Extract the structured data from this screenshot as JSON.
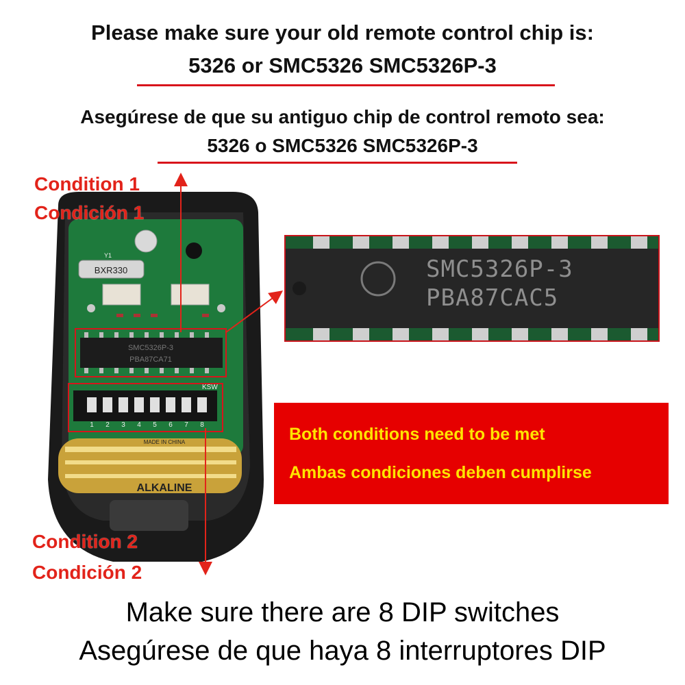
{
  "header": {
    "line1_en": "Please make sure your old remote control chip is:",
    "line2_en": "5326 or SMC5326 SMC5326P-3",
    "line1_es": "Asegúrese de que su antiguo chip de control remoto sea:",
    "line2_es": "5326 o SMC5326 SMC5326P-3"
  },
  "conditions": {
    "c1_en": "Condition 1",
    "c1_es": "Condición 1",
    "c2_en": "Condition 2",
    "c2_es": "Condición 2"
  },
  "zoom_chip": {
    "line1": "SMC5326P-3",
    "line2": "PBA87CAC5"
  },
  "board": {
    "crystal_label": "BXR330",
    "crystal_ref": "Y1",
    "chip_small_1": "SMC5326P-3",
    "chip_small_2": "PBA87CA71",
    "dip_label": "KSW",
    "dip_numbers": [
      "1",
      "2",
      "3",
      "4",
      "5",
      "6",
      "7",
      "8"
    ],
    "battery_brand": "ALKALINE",
    "battery_made": "MADE IN CHINA"
  },
  "banner": {
    "line_en": "Both conditions need to be met",
    "line_es": "Ambas condiciones deben cumplirse"
  },
  "footer": {
    "line_en": "Make sure there are 8 DIP switches",
    "line_es": "Asegúrese de que haya 8 interruptores DIP"
  },
  "colors": {
    "accent_red": "#e2231a",
    "banner_red": "#e60000",
    "banner_text": "#ffe400",
    "pcb_green": "#1e7a3c"
  }
}
